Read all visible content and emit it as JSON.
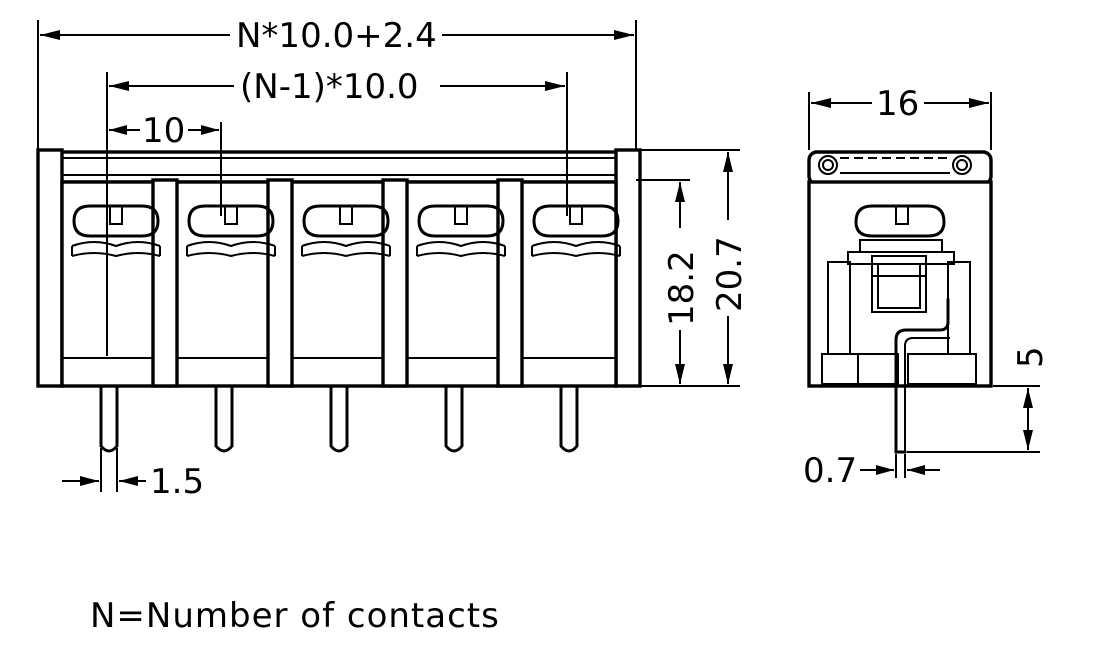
{
  "dimensions": {
    "overall_length": "N*10.0+2.4",
    "pin_span": "(N-1)*10.0",
    "pitch": "10",
    "pin_diameter": "1.5",
    "side_width": "16",
    "body_height": "18.2",
    "total_height": "20.7",
    "pin_length": "5",
    "pin_thickness": "0.7"
  },
  "note": "N=Number of contacts",
  "drawing": {
    "line_color": "#000000",
    "background": "#ffffff",
    "positions_shown": 5
  }
}
